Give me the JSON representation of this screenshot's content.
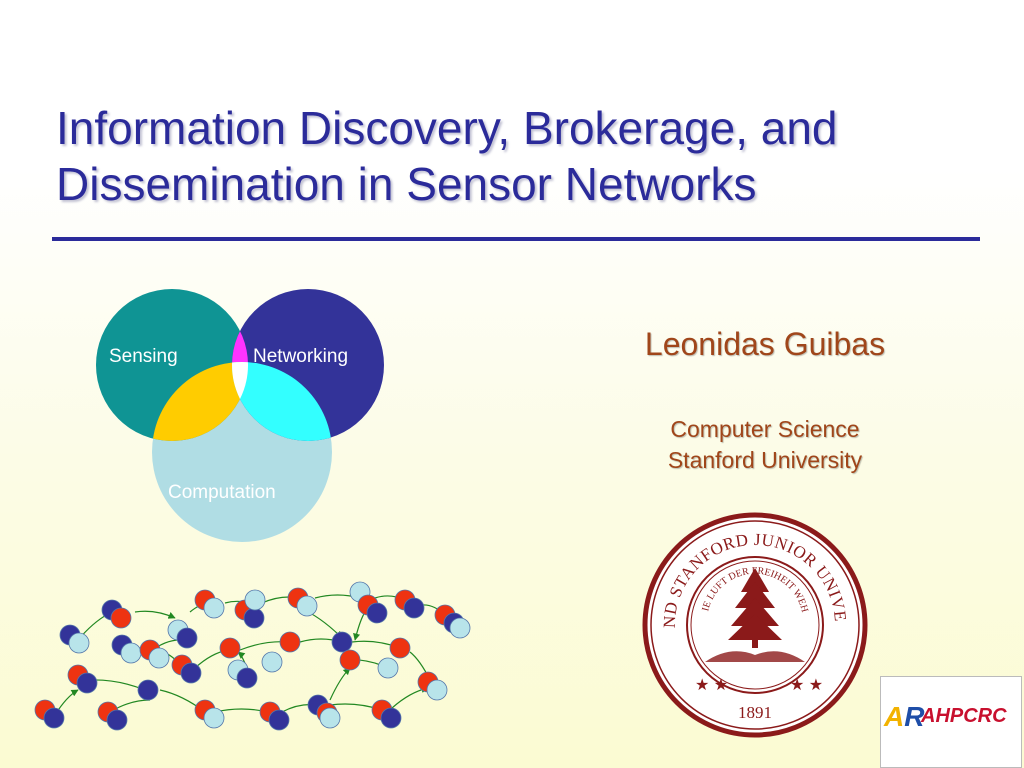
{
  "slide": {
    "title_line1": "Information Discovery, Brokerage, and",
    "title_line2": "Dissemination in Sensor Networks",
    "author": "Leonidas Guibas",
    "dept": "Computer Science",
    "university": "Stanford University"
  },
  "venn": {
    "sensing": "Sensing",
    "networking": "Networking",
    "computation": "Computation",
    "colors": {
      "sensing": "#0f9494",
      "networking": "#333399",
      "computation": "#b0dde4",
      "sensing_networking": "#ff33ff",
      "sensing_computation": "#ffcc00",
      "networking_computation": "#33ffff",
      "center": "#ffffff"
    }
  },
  "seal": {
    "outer_text": "LELAND STANFORD JUNIOR UNIVERSITY",
    "motto": "DIE LUFT DER FREIHEIT WEHT",
    "year": "1891",
    "color": "#8b1a1a"
  },
  "logo": {
    "mark_a": "A",
    "mark_r": "R",
    "name": "AHPCRC"
  },
  "network": {
    "colors": {
      "red": "#ee3311",
      "blue": "#333399",
      "cyan": "#b8e4ea",
      "edge": "#228822"
    }
  }
}
